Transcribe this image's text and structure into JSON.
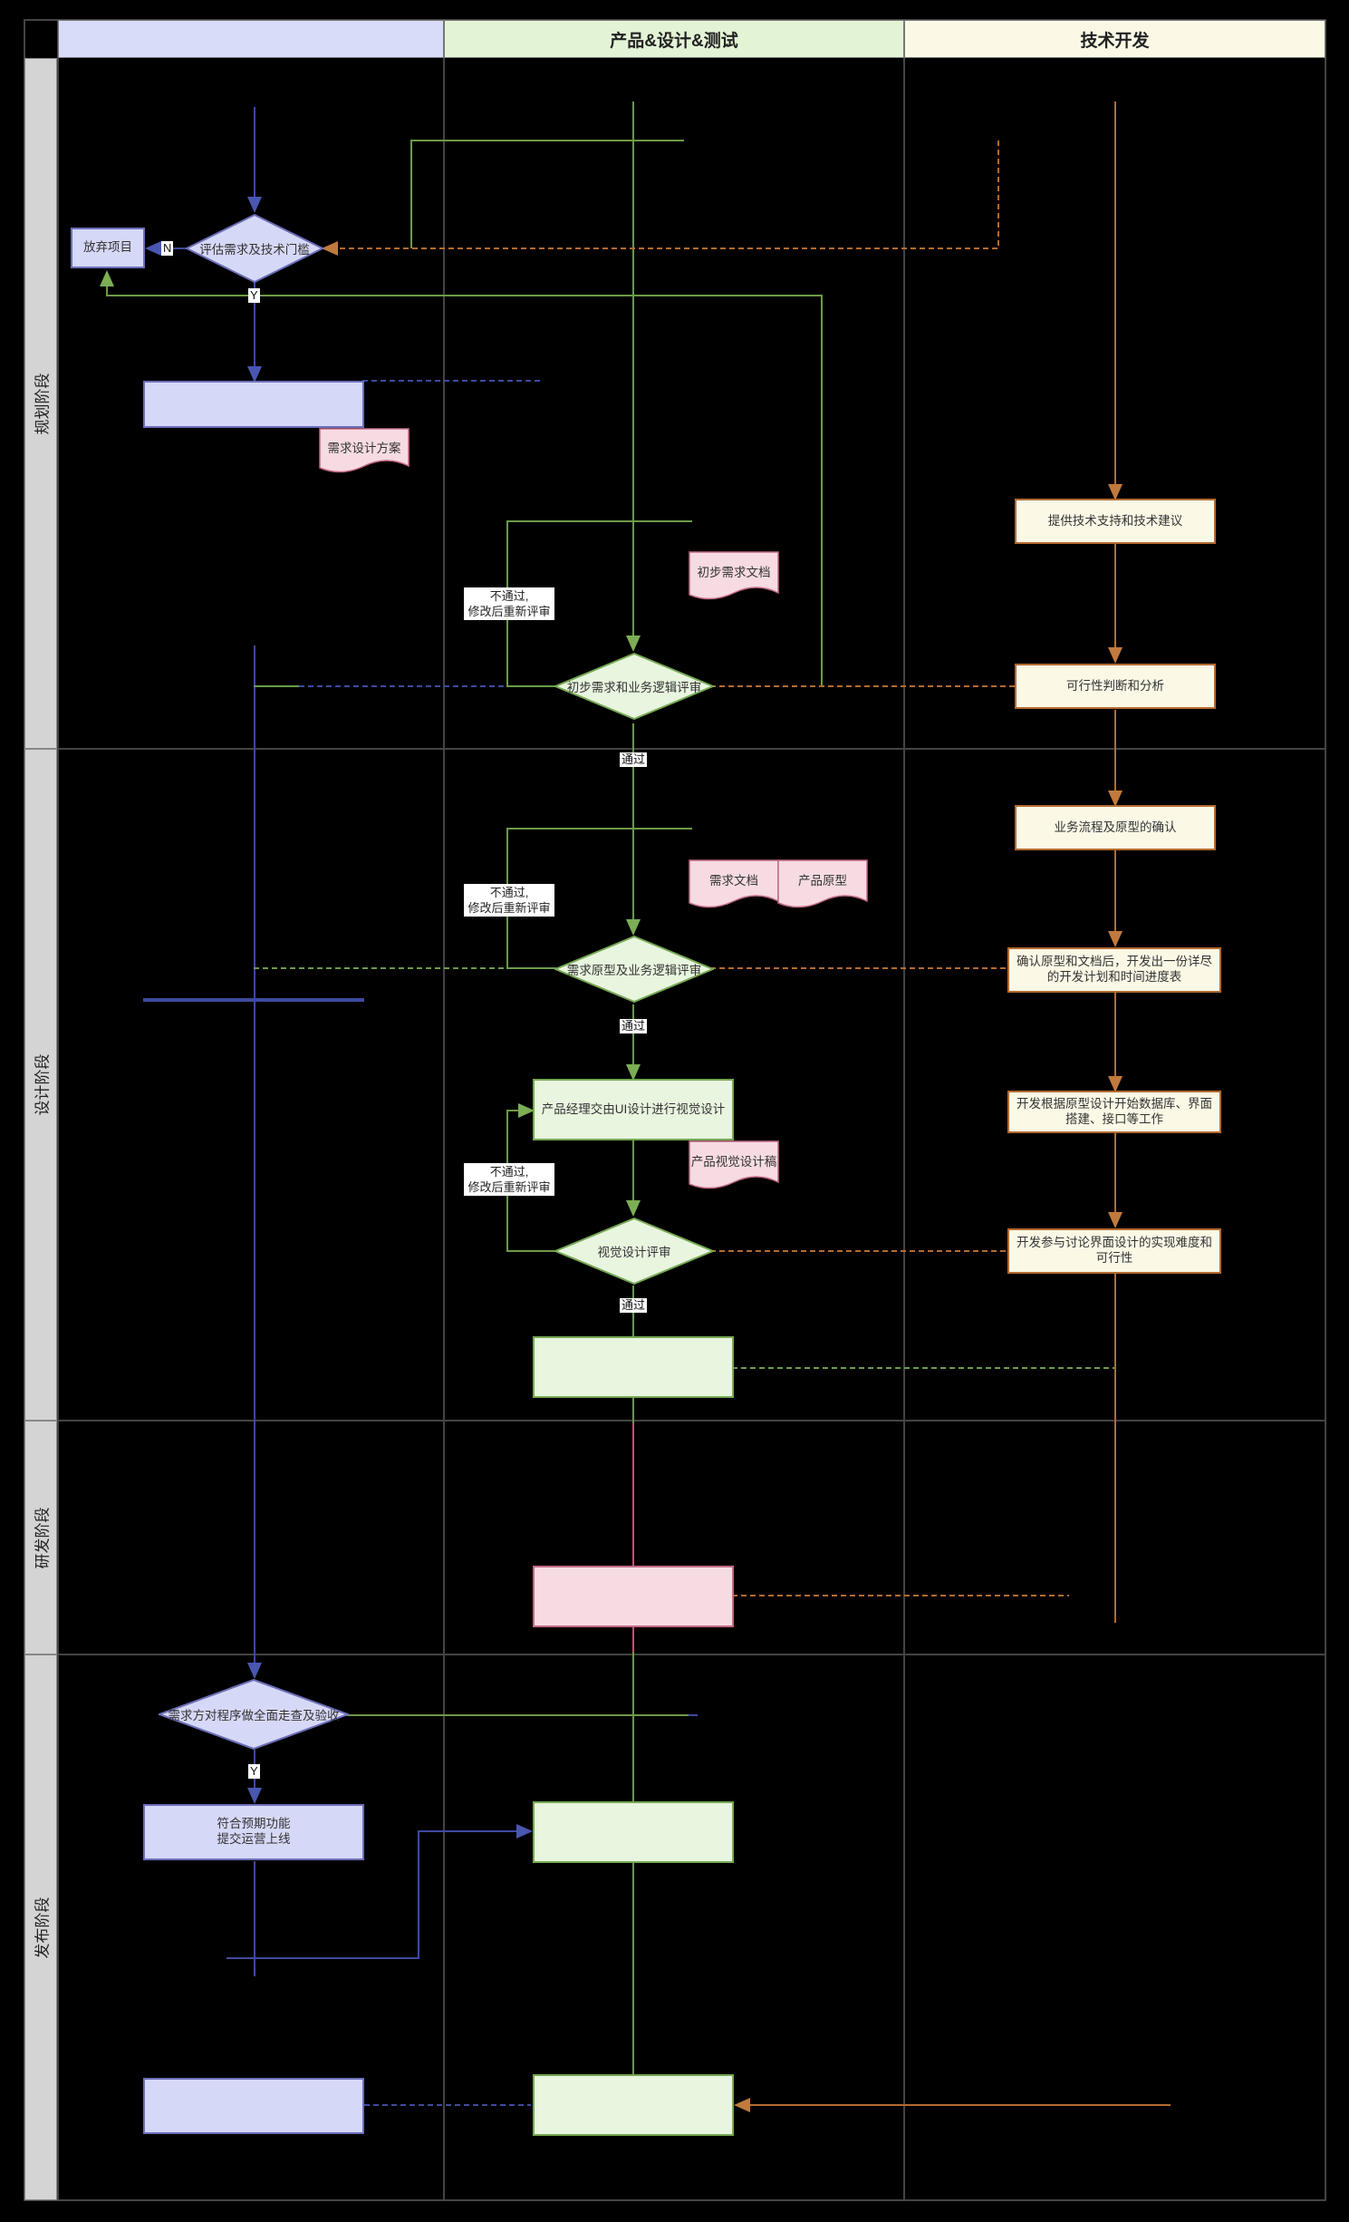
{
  "lanes": {
    "col1": "",
    "col2": "产品&设计&测试",
    "col3": "技术开发"
  },
  "phases": [
    "规划阶段",
    "设计阶段",
    "研发阶段",
    "发布阶段"
  ],
  "nodes": {
    "abandon": "放弃项目",
    "evaluate": "评估需求及技术门槛",
    "req_design_plan": "需求设计方案",
    "tech_support": "提供技术支持和技术建议",
    "initial_doc": "初步需求文档",
    "initial_review": "初步需求和业务逻辑评审",
    "feasibility": "可行性判断和分析",
    "flow_confirm": "业务流程及原型的确认",
    "req_doc": "需求文档",
    "prototype": "产品原型",
    "proto_review": "需求原型及业务逻辑评审",
    "dev_plan": "确认原型和文档后，开发出一份详尽的开发计划和时间进度表",
    "ui_design": "产品经理交由UI设计进行视觉设计",
    "visual_draft": "产品视觉设计稿",
    "dev_start": "开发根据原型设计开始数据库、界面搭建、接口等工作",
    "visual_review": "视觉设计评审",
    "dev_discuss": "开发参与讨论界面设计的实现难度和可行性",
    "acceptance": "需求方对程序做全面走查及验收",
    "meets": "符合预期功能\n提交运营上线"
  },
  "edge_labels": {
    "n": "N",
    "y1": "Y",
    "y2": "Y",
    "pass1": "通过",
    "pass2": "通过",
    "pass3": "通过",
    "fail": "不通过,\n修改后重新评审"
  },
  "colors": {
    "lane1_header": "#d8dcf8",
    "lane2_header": "#e3f3d6",
    "lane3_header": "#fbf8e6",
    "purple_line": "#3e4a9e",
    "green_line": "#6c9a47",
    "orange_line": "#b36b2f"
  }
}
